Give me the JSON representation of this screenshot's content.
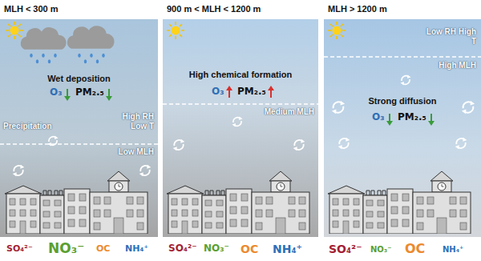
{
  "diagram": {
    "nodes": [
      {
        "text": [
          "MLH < 300 m"
        ]
      },
      {
        "text": [
          "900 m < MLH < 1200 m"
        ]
      },
      {
        "text": [
          "MLH > 1200 m"
        ]
      }
    ],
    "labels": [
      "Wet deposition",
      "O₃",
      "PM₂.₅",
      "Precipitation",
      "High RH Low T",
      "Low MLH",
      "SO₄²⁻",
      "NO₃⁻",
      "OC",
      "NH₄⁺",
      "High chemical formation",
      "O₃",
      "PM₂.₅",
      "Medium MLH",
      "SO₄²⁻",
      "NO₃⁻",
      "OC",
      "NH₄⁺",
      "Low RH High T",
      "High MLH",
      "Strong diffusion",
      "O₃",
      "PM₂.₅",
      "SO₄²⁻",
      "NO₃⁻",
      "OC",
      "NH₄⁺"
    ]
  }
}
